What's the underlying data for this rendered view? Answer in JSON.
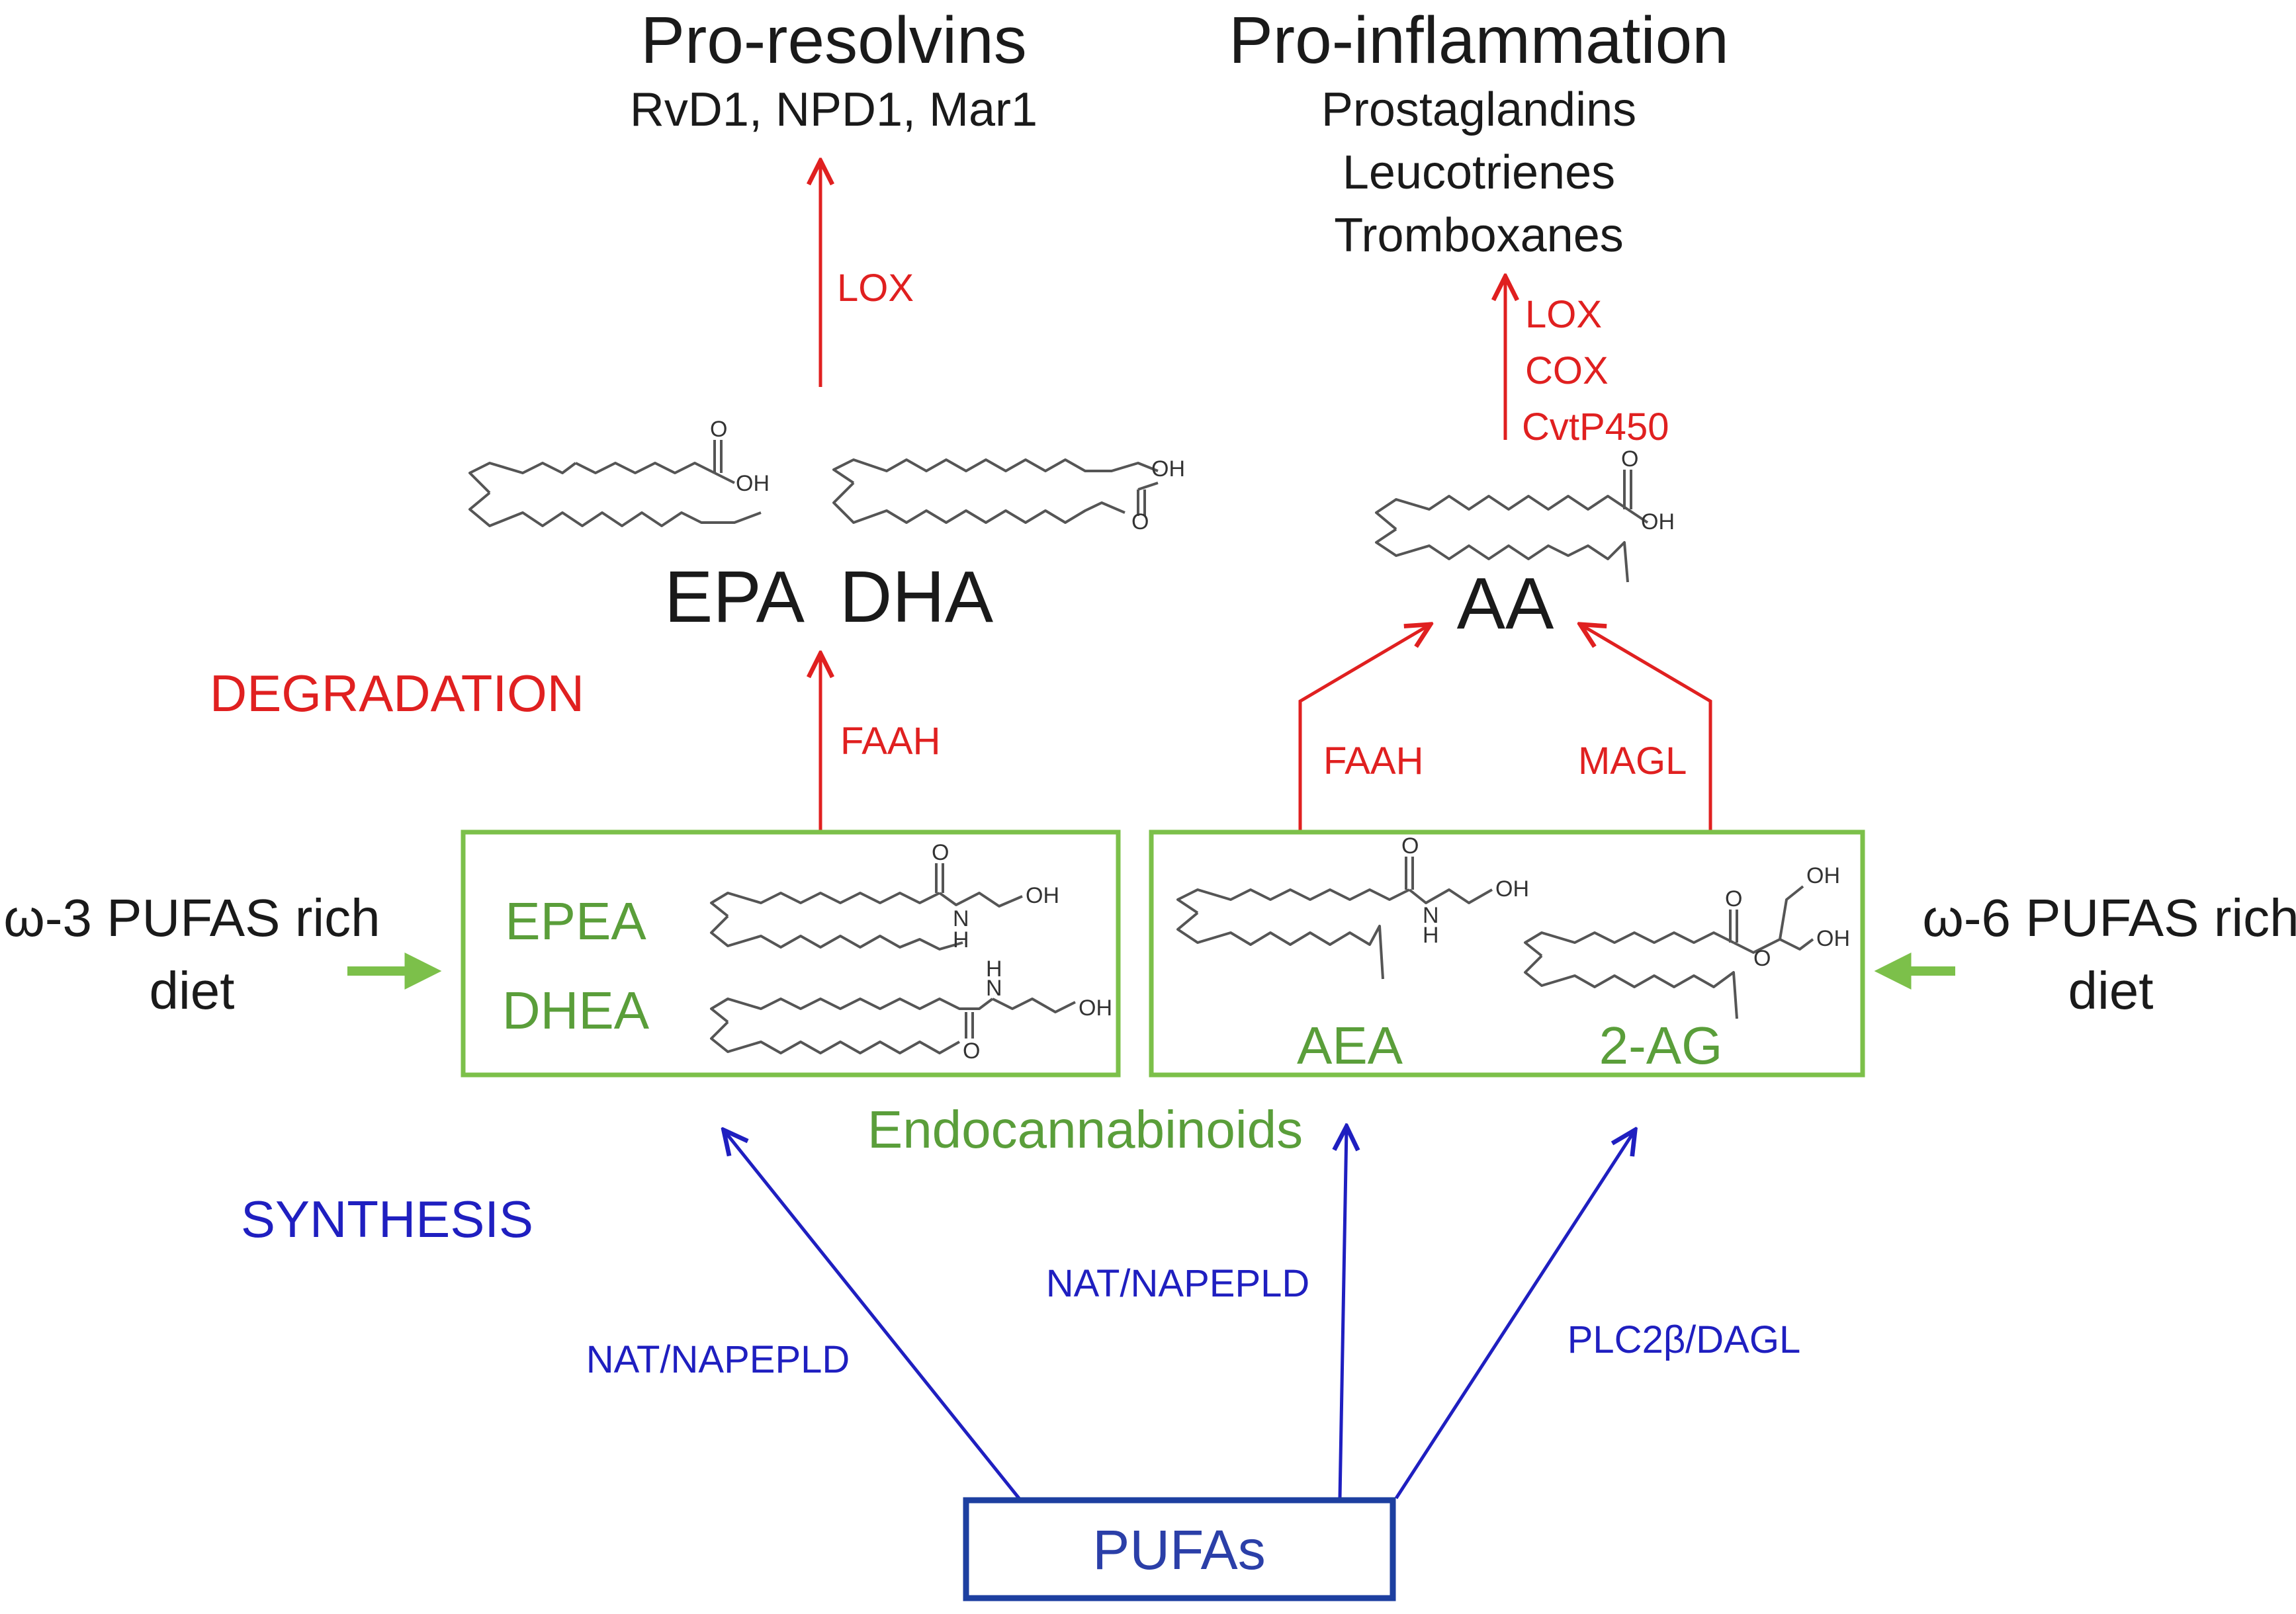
{
  "colors": {
    "degradation": "#e02020",
    "synthesis": "#1f1fc0",
    "endocannabinoid": "#5a9e3a",
    "text": "#1a1a1a",
    "pufa_box": "#1d3fa0"
  },
  "degradation_label": "DEGRADATION",
  "synthesis_label": "SYNTHESIS",
  "pro_resolvins": {
    "title": "Pro-resolvins",
    "items": "RvD1, NPD1, Mar1"
  },
  "pro_inflammation": {
    "title": "Pro-inflammation",
    "items": [
      "Prostaglandins",
      "Leucotrienes",
      "Tromboxanes"
    ]
  },
  "enzymes": {
    "lox_left": "LOX",
    "lox_right": "LOX",
    "cox": "COX",
    "cyp": "CvtP450",
    "faah_left": "FAAH",
    "faah_right": "FAAH",
    "magl": "MAGL",
    "nat_left": "NAT/NAPEPLD",
    "nat_mid": "NAT/NAPEPLD",
    "plc": "PLC2β/DAGL"
  },
  "fatty_acids": {
    "epa": "EPA",
    "dha": "DHA",
    "aa": "AA"
  },
  "endocannabinoids": {
    "group_label": "Endocannabinoids",
    "epea": "EPEA",
    "dhea": "DHEA",
    "aea": "AEA",
    "two_ag": "2-AG"
  },
  "diet": {
    "omega3_line1": "ω-3 PUFAS rich",
    "omega3_line2": "diet",
    "omega6_line1": "ω-6 PUFAS rich",
    "omega6_line2": "diet"
  },
  "pufa_label": "PUFAs",
  "chem_labels": {
    "oh": "OH",
    "o": "O",
    "h": "H",
    "n": "N"
  }
}
